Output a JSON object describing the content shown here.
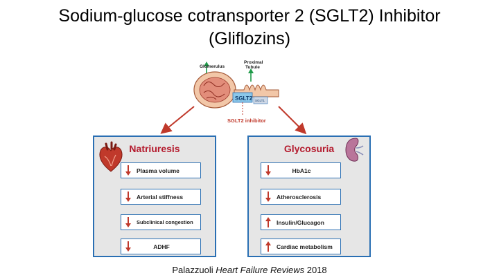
{
  "slide": {
    "title_line1": "Sodium-glucose cotransporter 2 (SGLT2) Inhibitor",
    "title_line2": "(Gliflozins)"
  },
  "illustration": {
    "glomerulus_label": "Glomerulus",
    "tubule_label_1": "Proximal",
    "tubule_label_2": "Tubule",
    "sglt2_label": "SGLT2",
    "sglt1_label": "SGLT1",
    "inhibitor_label": "SGLT2 inhibitor"
  },
  "panels": {
    "left": {
      "title": "Natriuresis",
      "items": [
        {
          "label": "Plasma volume",
          "direction": "down"
        },
        {
          "label": "Arterial stiffness",
          "direction": "down"
        },
        {
          "label": "Subclinical congestion",
          "direction": "down"
        },
        {
          "label": "ADHF",
          "direction": "down"
        }
      ]
    },
    "right": {
      "title": "Glycosuria",
      "items": [
        {
          "label": "HbA1c",
          "direction": "down"
        },
        {
          "label": "Atherosclerosis",
          "direction": "down"
        },
        {
          "label": "Insulin/Glucagon",
          "direction": "up"
        },
        {
          "label": "Cardiac metabolism",
          "direction": "up"
        }
      ]
    }
  },
  "citation": {
    "author": "Palazzuoli",
    "journal": "Heart Failure Reviews",
    "year": "2018"
  },
  "colors": {
    "panel_border": "#2a6fb3",
    "panel_bg": "#e6e6e6",
    "panel_title": "#b41a2d",
    "arrow_red": "#c0392b",
    "arrow_green": "#1e9a48"
  }
}
